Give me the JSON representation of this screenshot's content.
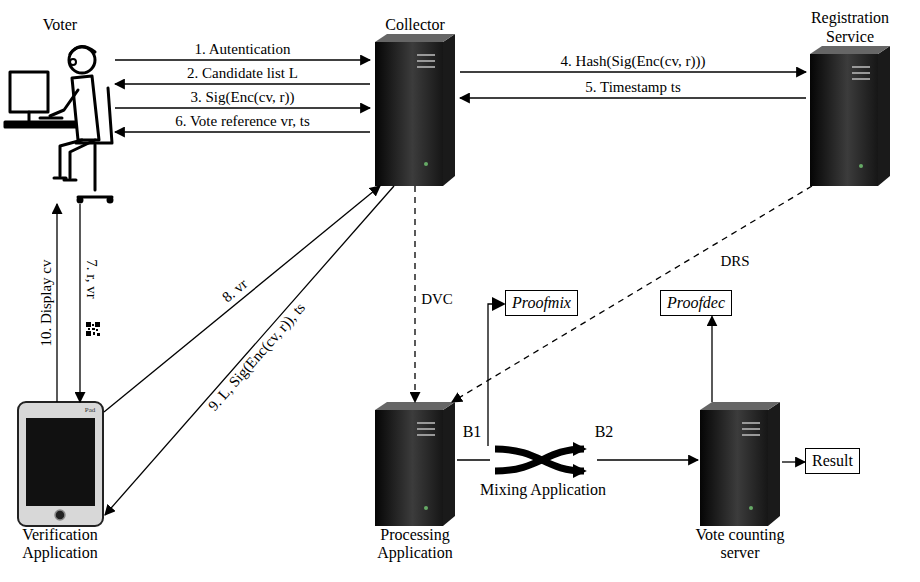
{
  "diagram": {
    "nodes": [
      {
        "text": [
          "Voter"
        ]
      },
      {
        "text": [
          "Collector"
        ]
      },
      {
        "text": [
          "Registration Service"
        ]
      },
      {
        "text": [
          "Verification Application"
        ]
      },
      {
        "text": [
          "Processing Application"
        ]
      },
      {
        "text": [
          "Proofmix"
        ]
      },
      {
        "text": [
          "Proofdec"
        ]
      },
      {
        "text": [
          "Vote counting server"
        ]
      },
      {
        "text": [
          "Result"
        ]
      }
    ],
    "edges": [
      {
        "from": 0,
        "to": 1,
        "label": "1. Autentication",
        "arrow": "to"
      },
      {
        "from": 1,
        "to": 0,
        "label": "2. Candidate list L",
        "arrow": "to"
      },
      {
        "from": 0,
        "to": 1,
        "label": "3. Sig(Enc(cv, r))",
        "arrow": "to"
      },
      {
        "from": 1,
        "to": 2,
        "label": "4. Hash(Sig(Enc(cv, r)))",
        "arrow": "to"
      },
      {
        "from": 2,
        "to": 1,
        "label": "5. Timestamp ts",
        "arrow": "to"
      },
      {
        "from": 1,
        "to": 0,
        "label": "6. Vote reference vr, ts",
        "arrow": "to"
      },
      {
        "from": 0,
        "to": 3,
        "label": "7. r, vr",
        "arrow": "to"
      },
      {
        "from": 3,
        "to": 1,
        "label": "8. vr",
        "arrow": "to"
      },
      {
        "from": 1,
        "to": 3,
        "label": "9. L, Sig(Enc(cv, r)), ts",
        "arrow": "to"
      },
      {
        "from": 3,
        "to": 0,
        "label": "10. Display cv",
        "arrow": "to"
      },
      {
        "from": 1,
        "to": 4,
        "label": "DVC",
        "arrow": "to"
      },
      {
        "from": 2,
        "to": 4,
        "label": "DRS",
        "arrow": "to"
      },
      {
        "from": 4,
        "to": 7,
        "arrow": "to"
      },
      {
        "from": 7,
        "to": 6,
        "arrow": "to"
      },
      {
        "from": 7,
        "to": 8,
        "arrow": "to"
      }
    ],
    "labels": [
      "B1",
      "B2",
      "Mixing Application",
      "Pad"
    ]
  }
}
